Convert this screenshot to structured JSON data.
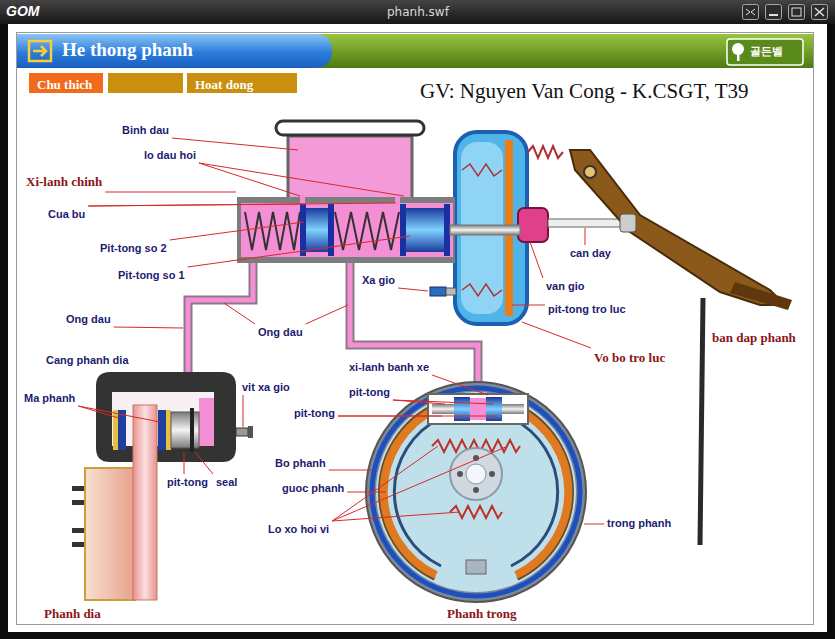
{
  "diagram": {
    "title": "He thong phanh",
    "nodes": [
      {
        "text": [
          "Chu thich"
        ]
      },
      {
        "text": [
          "Hoat dong"
        ]
      }
    ],
    "labels": [
      "GOM",
      "phanh.swf",
      "GV: Nguyen Van Cong - K.CSGT, T39",
      "골든벨",
      "Binh dau",
      "lo dau hoi",
      "Xi-lanh chinh",
      "Cua bu",
      "Pit-tong so 2",
      "Pit-tong so 1",
      "Ong dau",
      "Ong dau",
      "Xa gio",
      "can day",
      "van gio",
      "pit-tong tro luc",
      "ban dap phanh",
      "Vo bo tro luc",
      "Cang phanh dia",
      "Ma phanh",
      "vit xa gio",
      "xi-lanh banh xe",
      "pit-tong",
      "pit-tong",
      "Bo phanh",
      "guoc phanh",
      "Lo xo hoi vi",
      "pit-tong",
      "seal",
      "trong phanh",
      "Phanh dia",
      "Phanh trong"
    ]
  }
}
